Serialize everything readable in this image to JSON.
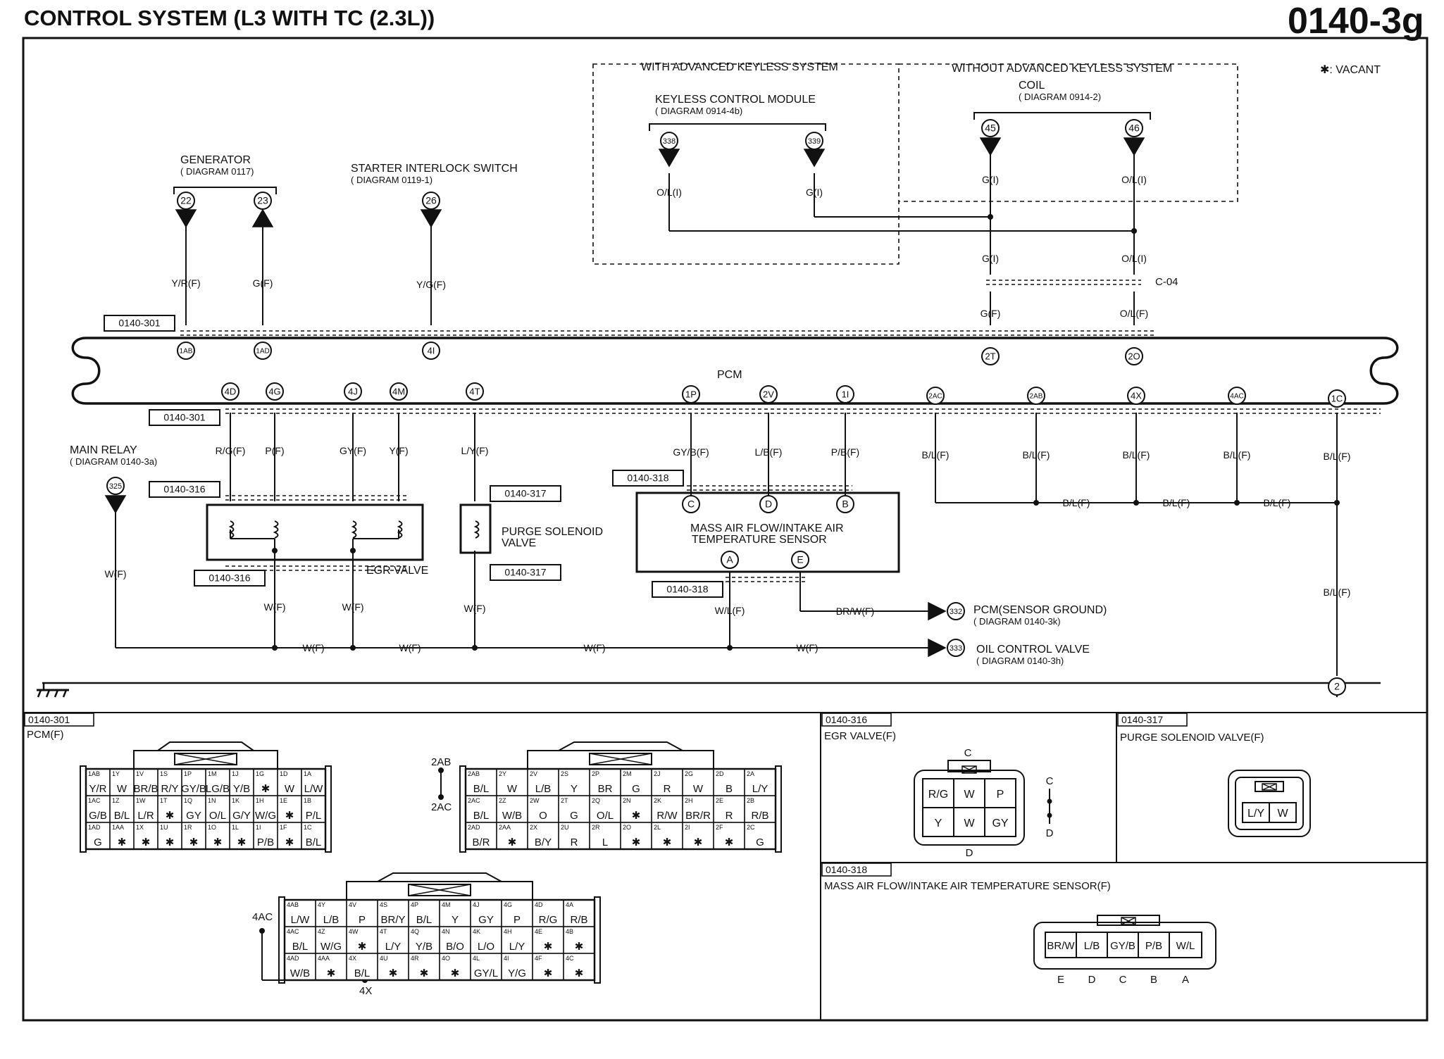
{
  "header": {
    "title": "CONTROL SYSTEM (L3 WITH TC (2.3L))",
    "diagram_id": "0140-3g"
  },
  "legend": {
    "vacant": "✱: VACANT"
  },
  "keyless": {
    "with_label": "WITH ADVANCED KEYLESS SYSTEM",
    "without_label": "WITHOUT ADVANCED KEYLESS SYSTEM",
    "module": "KEYLESS CONTROL MODULE",
    "module_ref": "( DIAGRAM 0914-4b)",
    "coil": "COIL",
    "coil_ref": "( DIAGRAM 0914-2)"
  },
  "components": {
    "generator": "GENERATOR",
    "generator_ref": "( DIAGRAM 0117)",
    "starter": "STARTER INTERLOCK SWITCH",
    "starter_ref": "( DIAGRAM 0119-1)",
    "main_relay": "MAIN RELAY",
    "main_relay_ref": "( DIAGRAM 0140-3a)",
    "pcm": "PCM",
    "egr": "EGR VALVE",
    "purge_1": "PURGE SOLENOID",
    "purge_2": "VALVE",
    "maf_1": "MASS AIR FLOW/INTAKE AIR",
    "maf_2": "TEMPERATURE SENSOR",
    "pcm_ground": "PCM(SENSOR GROUND)",
    "pcm_ground_ref": "( DIAGRAM 0140-3k)",
    "ocv": "OIL CONTROL VALVE",
    "ocv_ref": "( DIAGRAM 0140-3h)",
    "joint": "C-04"
  },
  "terminals": {
    "t22": "22",
    "t23": "23",
    "t26": "26",
    "t338": "338",
    "t339": "339",
    "t45": "45",
    "t46": "46",
    "t325": "325",
    "t332": "332",
    "t333": "333",
    "t2": "2",
    "p1AB": "1AB",
    "p1AD": "1AD",
    "p4I": "4I",
    "p2T": "2T",
    "p2O": "2O",
    "p4D": "4D",
    "p4G": "4G",
    "p4J": "4J",
    "p4M": "4M",
    "p4T": "4T",
    "p1P": "1P",
    "p2V": "2V",
    "p1I": "1I",
    "p2AC": "2AC",
    "p2AB": "2AB",
    "p4X": "4X",
    "p4AC": "4AC",
    "p1C": "1C",
    "mC": "C",
    "mD": "D",
    "mB": "B",
    "mA": "A",
    "mE": "E"
  },
  "connector_refs": {
    "r301a": "0140-301",
    "r301b": "0140-301",
    "r316a": "0140-316",
    "r316b": "0140-316",
    "r317a": "0140-317",
    "r317b": "0140-317",
    "r318a": "0140-318",
    "r318b": "0140-318"
  },
  "wires": {
    "YRF": "Y/R(F)",
    "GF1": "G(F)",
    "YGF": "Y/G(F)",
    "OLI1": "O/L(I)",
    "GI1": "G(I)",
    "GI2": "G(I)",
    "OLI2": "O/L(I)",
    "GI3": "G(I)",
    "OLI3": "O/L(I)",
    "GF2": "G(F)",
    "OLF": "O/L(F)",
    "RGF": "R/G(F)",
    "PF": "P(F)",
    "GYF": "GY(F)",
    "YF": "Y(F)",
    "LYF": "L/Y(F)",
    "GYBF": "GY/B(F)",
    "LBF": "L/B(F)",
    "PBF": "P/B(F)",
    "BL1": "B/L(F)",
    "BL2": "B/L(F)",
    "BL3": "B/L(F)",
    "BL4": "B/L(F)",
    "BL5": "B/L(F)",
    "BL6": "B/L(F)",
    "BL7": "B/L(F)",
    "BL8": "B/L(F)",
    "BL9": "B/L(F)",
    "W1": "W(F)",
    "W2": "W(F)",
    "W3": "W(F)",
    "W4": "W(F)",
    "W5": "W(F)",
    "W6": "W(F)",
    "W7": "W(F)",
    "W8": "W(F)",
    "W9": "W(F)",
    "WLF": "W/L(F)",
    "BRWF": "BR/W(F)"
  },
  "panels": {
    "pcm_code": "0140-301",
    "pcm_title": "PCM(F)",
    "egr_code": "0140-316",
    "egr_title": "EGR VALVE(F)",
    "purge_code": "0140-317",
    "purge_title": "PURGE SOLENOID VALVE(F)",
    "maf_code": "0140-318",
    "maf_title": "MASS AIR FLOW/INTAKE AIR TEMPERATURE SENSOR(F)",
    "lbl_2AB": "2AB",
    "lbl_2AC": "2AC",
    "lbl_4AC": "4AC",
    "lbl_4X": "4X"
  },
  "pcm_connectors": {
    "c1": [
      [
        [
          "1AB",
          "Y/R"
        ],
        [
          "1Y",
          "W"
        ],
        [
          "1V",
          "BR/B"
        ],
        [
          "1S",
          "R/Y"
        ],
        [
          "1P",
          "GY/B"
        ],
        [
          "1M",
          "LG/B"
        ],
        [
          "1J",
          "Y/B"
        ],
        [
          "1G",
          "✱"
        ],
        [
          "1D",
          "W"
        ],
        [
          "1A",
          "L/W"
        ]
      ],
      [
        [
          "1AC",
          "G/B"
        ],
        [
          "1Z",
          "B/L"
        ],
        [
          "1W",
          "L/R"
        ],
        [
          "1T",
          "✱"
        ],
        [
          "1Q",
          "GY"
        ],
        [
          "1N",
          "O/L"
        ],
        [
          "1K",
          "G/Y"
        ],
        [
          "1H",
          "W/G"
        ],
        [
          "1E",
          "✱"
        ],
        [
          "1B",
          "P/L"
        ]
      ],
      [
        [
          "1AD",
          "G"
        ],
        [
          "1AA",
          "✱"
        ],
        [
          "1X",
          "✱"
        ],
        [
          "1U",
          "✱"
        ],
        [
          "1R",
          "✱"
        ],
        [
          "1O",
          "✱"
        ],
        [
          "1L",
          "✱"
        ],
        [
          "1I",
          "P/B"
        ],
        [
          "1F",
          "✱"
        ],
        [
          "1C",
          "B/L"
        ]
      ]
    ],
    "c2": [
      [
        [
          "2AB",
          "B/L"
        ],
        [
          "2Y",
          "W"
        ],
        [
          "2V",
          "L/B"
        ],
        [
          "2S",
          "Y"
        ],
        [
          "2P",
          "BR"
        ],
        [
          "2M",
          "G"
        ],
        [
          "2J",
          "R"
        ],
        [
          "2G",
          "W"
        ],
        [
          "2D",
          "B"
        ],
        [
          "2A",
          "L/Y"
        ]
      ],
      [
        [
          "2AC",
          "B/L"
        ],
        [
          "2Z",
          "W/B"
        ],
        [
          "2W",
          "O"
        ],
        [
          "2T",
          "G"
        ],
        [
          "2Q",
          "O/L"
        ],
        [
          "2N",
          "✱"
        ],
        [
          "2K",
          "R/W"
        ],
        [
          "2H",
          "BR/R"
        ],
        [
          "2E",
          "R"
        ],
        [
          "2B",
          "R/B"
        ]
      ],
      [
        [
          "2AD",
          "B/R"
        ],
        [
          "2AA",
          "✱"
        ],
        [
          "2X",
          "B/Y"
        ],
        [
          "2U",
          "R"
        ],
        [
          "2R",
          "L"
        ],
        [
          "2O",
          "✱"
        ],
        [
          "2L",
          "✱"
        ],
        [
          "2I",
          "✱"
        ],
        [
          "2F",
          "✱"
        ],
        [
          "2C",
          "G"
        ]
      ]
    ],
    "c4": [
      [
        [
          "4AB",
          "L/W"
        ],
        [
          "4Y",
          "L/B"
        ],
        [
          "4V",
          "P"
        ],
        [
          "4S",
          "BR/Y"
        ],
        [
          "4P",
          "B/L"
        ],
        [
          "4M",
          "Y"
        ],
        [
          "4J",
          "GY"
        ],
        [
          "4G",
          "P"
        ],
        [
          "4D",
          "R/G"
        ],
        [
          "4A",
          "R/B"
        ]
      ],
      [
        [
          "4AC",
          "B/L"
        ],
        [
          "4Z",
          "W/G"
        ],
        [
          "4W",
          "✱"
        ],
        [
          "4T",
          "L/Y"
        ],
        [
          "4Q",
          "Y/B"
        ],
        [
          "4N",
          "B/O"
        ],
        [
          "4K",
          "L/O"
        ],
        [
          "4H",
          "L/Y"
        ],
        [
          "4E",
          "✱"
        ],
        [
          "4B",
          "✱"
        ]
      ],
      [
        [
          "4AD",
          "W/B"
        ],
        [
          "4AA",
          "✱"
        ],
        [
          "4X",
          "B/L"
        ],
        [
          "4U",
          "✱"
        ],
        [
          "4R",
          "✱"
        ],
        [
          "4O",
          "✱"
        ],
        [
          "4L",
          "GY/L"
        ],
        [
          "4I",
          "Y/G"
        ],
        [
          "4F",
          "✱"
        ],
        [
          "4C",
          "✱"
        ]
      ]
    ]
  },
  "egr_connector": {
    "top_label": "C",
    "bottom_label": "D",
    "side_top": "C",
    "side_bottom": "D",
    "cells": [
      "R/G",
      "W",
      "P",
      "Y",
      "W",
      "GY"
    ]
  },
  "purge_connector": {
    "cells": [
      "L/Y",
      "W"
    ]
  },
  "maf_connector": {
    "cells": [
      "BR/W",
      "L/B",
      "GY/B",
      "P/B",
      "W/L"
    ],
    "labels": [
      "E",
      "D",
      "C",
      "B",
      "A"
    ]
  }
}
